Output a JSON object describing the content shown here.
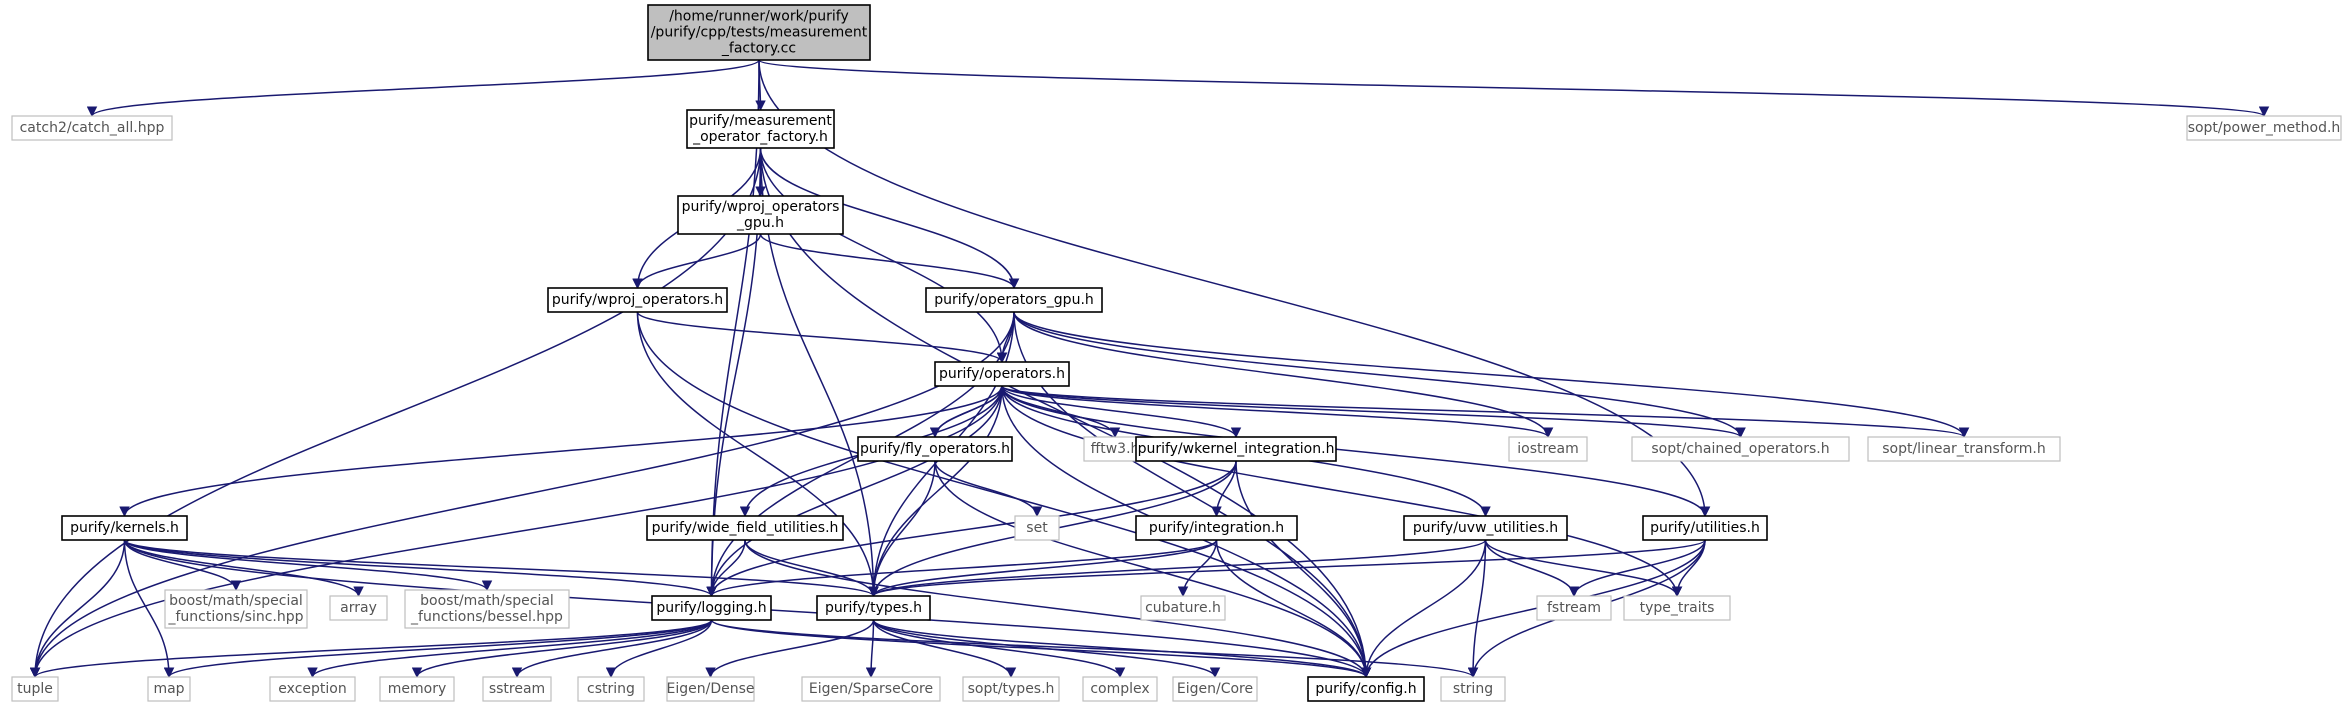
{
  "diagram": {
    "edge_color": "#191970",
    "nodes": [
      {
        "id": "root",
        "kind": "root",
        "lines": [
          "/home/runner/work/purify",
          "/purify/cpp/tests/measurement",
          "_factory.cc"
        ]
      },
      {
        "id": "catch_all",
        "kind": "external",
        "lines": [
          "catch2/catch_all.hpp"
        ]
      },
      {
        "id": "mof",
        "kind": "project",
        "lines": [
          "purify/measurement",
          "_operator_factory.h"
        ]
      },
      {
        "id": "power",
        "kind": "external",
        "lines": [
          "sopt/power_method.h"
        ]
      },
      {
        "id": "wpgpu",
        "kind": "project",
        "lines": [
          "purify/wproj_operators",
          "_gpu.h"
        ]
      },
      {
        "id": "wproj",
        "kind": "project",
        "lines": [
          "purify/wproj_operators.h"
        ]
      },
      {
        "id": "opgpu",
        "kind": "project",
        "lines": [
          "purify/operators_gpu.h"
        ]
      },
      {
        "id": "ops",
        "kind": "project",
        "lines": [
          "purify/operators.h"
        ]
      },
      {
        "id": "fly",
        "kind": "project",
        "lines": [
          "purify/fly_operators.h"
        ]
      },
      {
        "id": "fftw",
        "kind": "external",
        "lines": [
          "fftw3.h"
        ]
      },
      {
        "id": "wkernel",
        "kind": "project",
        "lines": [
          "purify/wkernel_integration.h"
        ]
      },
      {
        "id": "iostream",
        "kind": "external",
        "lines": [
          "iostream"
        ]
      },
      {
        "id": "chained",
        "kind": "external",
        "lines": [
          "sopt/chained_operators.h"
        ]
      },
      {
        "id": "linear",
        "kind": "external",
        "lines": [
          "sopt/linear_transform.h"
        ]
      },
      {
        "id": "kernels",
        "kind": "project",
        "lines": [
          "purify/kernels.h"
        ]
      },
      {
        "id": "wfu",
        "kind": "project",
        "lines": [
          "purify/wide_field_utilities.h"
        ]
      },
      {
        "id": "set",
        "kind": "external",
        "lines": [
          "set"
        ]
      },
      {
        "id": "integ",
        "kind": "project",
        "lines": [
          "purify/integration.h"
        ]
      },
      {
        "id": "uvw",
        "kind": "project",
        "lines": [
          "purify/uvw_utilities.h"
        ]
      },
      {
        "id": "utils",
        "kind": "project",
        "lines": [
          "purify/utilities.h"
        ]
      },
      {
        "id": "sinc",
        "kind": "external",
        "lines": [
          "boost/math/special",
          "_functions/sinc.hpp"
        ]
      },
      {
        "id": "array",
        "kind": "external",
        "lines": [
          "array"
        ]
      },
      {
        "id": "bessel",
        "kind": "external",
        "lines": [
          "boost/math/special",
          "_functions/bessel.hpp"
        ]
      },
      {
        "id": "logging",
        "kind": "project",
        "lines": [
          "purify/logging.h"
        ]
      },
      {
        "id": "types",
        "kind": "project",
        "lines": [
          "purify/types.h"
        ]
      },
      {
        "id": "cubature",
        "kind": "external",
        "lines": [
          "cubature.h"
        ]
      },
      {
        "id": "fstream",
        "kind": "external",
        "lines": [
          "fstream"
        ]
      },
      {
        "id": "type_traits",
        "kind": "external",
        "lines": [
          "type_traits"
        ]
      },
      {
        "id": "tuple",
        "kind": "external",
        "lines": [
          "tuple"
        ]
      },
      {
        "id": "map",
        "kind": "external",
        "lines": [
          "map"
        ]
      },
      {
        "id": "exception",
        "kind": "external",
        "lines": [
          "exception"
        ]
      },
      {
        "id": "memory",
        "kind": "external",
        "lines": [
          "memory"
        ]
      },
      {
        "id": "sstream",
        "kind": "external",
        "lines": [
          "sstream"
        ]
      },
      {
        "id": "cstring",
        "kind": "external",
        "lines": [
          "cstring"
        ]
      },
      {
        "id": "eigen_dense",
        "kind": "external",
        "lines": [
          "Eigen/Dense"
        ]
      },
      {
        "id": "eigen_sparse",
        "kind": "external",
        "lines": [
          "Eigen/SparseCore"
        ]
      },
      {
        "id": "sopt_types",
        "kind": "external",
        "lines": [
          "sopt/types.h"
        ]
      },
      {
        "id": "complex",
        "kind": "external",
        "lines": [
          "complex"
        ]
      },
      {
        "id": "eigen_core",
        "kind": "external",
        "lines": [
          "Eigen/Core"
        ]
      },
      {
        "id": "config",
        "kind": "project",
        "lines": [
          "purify/config.h"
        ]
      },
      {
        "id": "string",
        "kind": "external",
        "lines": [
          "string"
        ]
      }
    ],
    "edges": [
      [
        "root",
        "catch_all"
      ],
      [
        "root",
        "mof"
      ],
      [
        "root",
        "logging"
      ],
      [
        "root",
        "utils"
      ],
      [
        "root",
        "power"
      ],
      [
        "mof",
        "wpgpu"
      ],
      [
        "mof",
        "wproj"
      ],
      [
        "mof",
        "opgpu"
      ],
      [
        "mof",
        "ops"
      ],
      [
        "mof",
        "logging"
      ],
      [
        "mof",
        "types"
      ],
      [
        "mof",
        "config"
      ],
      [
        "mof",
        "tuple"
      ],
      [
        "wpgpu",
        "wproj"
      ],
      [
        "wpgpu",
        "opgpu"
      ],
      [
        "wproj",
        "ops"
      ],
      [
        "wproj",
        "types"
      ],
      [
        "wproj",
        "config"
      ],
      [
        "opgpu",
        "ops"
      ],
      [
        "opgpu",
        "logging"
      ],
      [
        "opgpu",
        "types"
      ],
      [
        "opgpu",
        "iostream"
      ],
      [
        "opgpu",
        "chained"
      ],
      [
        "opgpu",
        "linear"
      ],
      [
        "opgpu",
        "config"
      ],
      [
        "opgpu",
        "tuple"
      ],
      [
        "ops",
        "fly"
      ],
      [
        "ops",
        "fftw"
      ],
      [
        "ops",
        "wkernel"
      ],
      [
        "ops",
        "iostream"
      ],
      [
        "ops",
        "chained"
      ],
      [
        "ops",
        "linear"
      ],
      [
        "ops",
        "kernels"
      ],
      [
        "ops",
        "wfu"
      ],
      [
        "ops",
        "uvw"
      ],
      [
        "ops",
        "utils"
      ],
      [
        "ops",
        "logging"
      ],
      [
        "ops",
        "types"
      ],
      [
        "ops",
        "config"
      ],
      [
        "ops",
        "type_traits"
      ],
      [
        "ops",
        "tuple"
      ],
      [
        "fly",
        "ops"
      ],
      [
        "fly",
        "set"
      ],
      [
        "fly",
        "types"
      ],
      [
        "fly",
        "config"
      ],
      [
        "wkernel",
        "integ"
      ],
      [
        "wkernel",
        "logging"
      ],
      [
        "wkernel",
        "types"
      ],
      [
        "wkernel",
        "config"
      ],
      [
        "kernels",
        "sinc"
      ],
      [
        "kernels",
        "array"
      ],
      [
        "kernels",
        "bessel"
      ],
      [
        "kernels",
        "tuple"
      ],
      [
        "kernels",
        "map"
      ],
      [
        "kernels",
        "logging"
      ],
      [
        "kernels",
        "types"
      ],
      [
        "kernels",
        "config"
      ],
      [
        "wfu",
        "logging"
      ],
      [
        "wfu",
        "types"
      ],
      [
        "wfu",
        "config"
      ],
      [
        "integ",
        "cubature"
      ],
      [
        "integ",
        "logging"
      ],
      [
        "integ",
        "types"
      ],
      [
        "integ",
        "config"
      ],
      [
        "uvw",
        "fstream"
      ],
      [
        "uvw",
        "type_traits"
      ],
      [
        "uvw",
        "string"
      ],
      [
        "uvw",
        "types"
      ],
      [
        "uvw",
        "config"
      ],
      [
        "utils",
        "fstream"
      ],
      [
        "utils",
        "type_traits"
      ],
      [
        "utils",
        "string"
      ],
      [
        "utils",
        "types"
      ],
      [
        "utils",
        "config"
      ],
      [
        "logging",
        "tuple"
      ],
      [
        "logging",
        "map"
      ],
      [
        "logging",
        "exception"
      ],
      [
        "logging",
        "memory"
      ],
      [
        "logging",
        "sstream"
      ],
      [
        "logging",
        "cstring"
      ],
      [
        "logging",
        "config"
      ],
      [
        "logging",
        "string"
      ],
      [
        "types",
        "eigen_dense"
      ],
      [
        "types",
        "eigen_sparse"
      ],
      [
        "types",
        "sopt_types"
      ],
      [
        "types",
        "complex"
      ],
      [
        "types",
        "eigen_core"
      ],
      [
        "types",
        "config"
      ]
    ]
  }
}
